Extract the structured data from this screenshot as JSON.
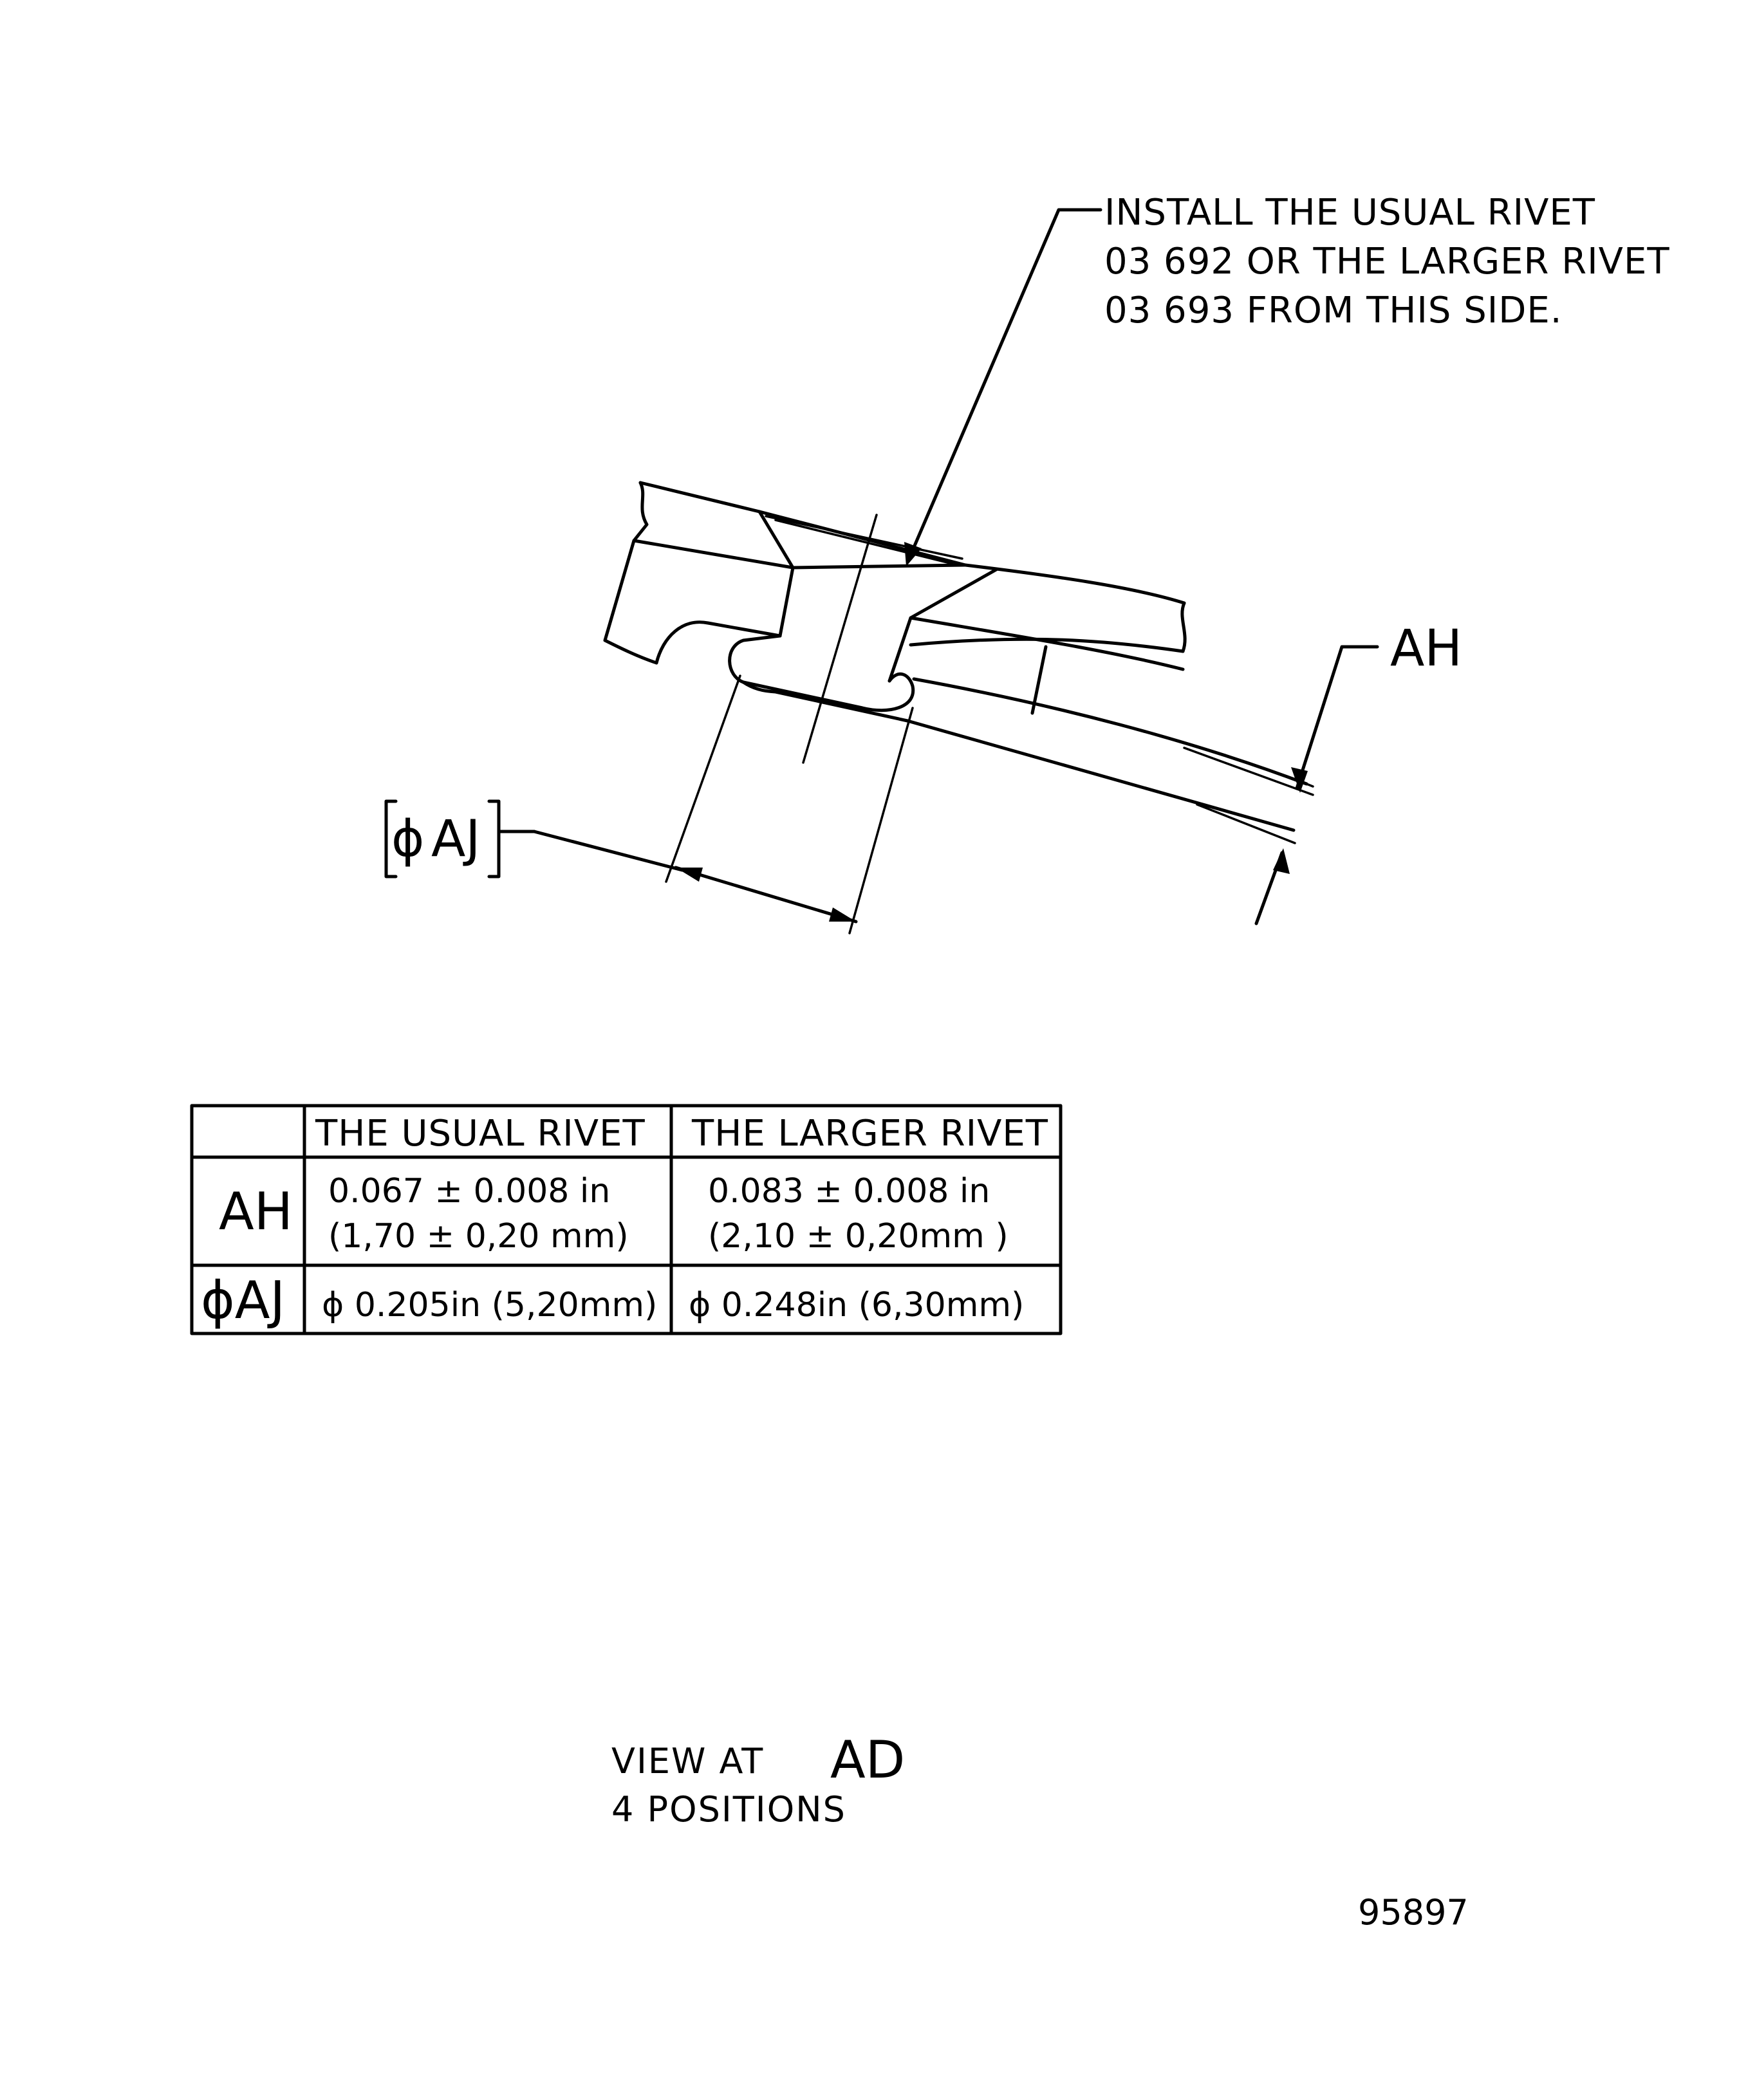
{
  "note": {
    "lines": [
      "INSTALL THE USUAL RIVET",
      "03 692 OR THE LARGER RIVET",
      "03 693 FROM THIS SIDE."
    ]
  },
  "dimensions": {
    "ah": "AH",
    "aj": "AJ",
    "phi": "ϕ"
  },
  "table": {
    "columns": [
      "THE USUAL RIVET",
      "THE LARGER RIVET"
    ],
    "rows": [
      {
        "label": "AH",
        "usual": [
          "0.067 ± 0.008 in",
          "(1,70 ± 0,20 mm)"
        ],
        "larger": [
          "0.083 ± 0.008 in",
          "(2,10 ± 0,20mm )"
        ]
      },
      {
        "label": "ϕAJ",
        "usual": [
          "ϕ 0.205in (5,20mm)"
        ],
        "larger": [
          "ϕ 0.248in (6,30mm)"
        ]
      }
    ]
  },
  "caption": {
    "view_prefix": "VIEW AT",
    "view_id": "AD",
    "positions": "4 POSITIONS"
  },
  "document_number": "95897"
}
